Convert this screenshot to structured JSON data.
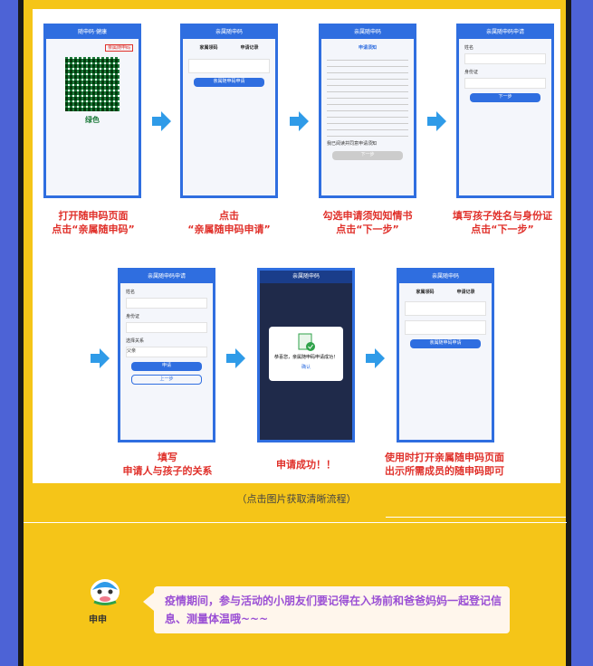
{
  "steps_row1": [
    {
      "caption1": "打开随申码页面",
      "caption2": "点击“亲属随申码”",
      "screen_title": "随申码·健康",
      "status": "绿色",
      "button": "亲属随申码"
    },
    {
      "caption1": "点击",
      "caption2": "“亲属随申码申请”",
      "screen_title": "亲属随申码",
      "tabs": [
        "家属领码",
        "申请记录"
      ],
      "button": "亲属随申码申请"
    },
    {
      "caption1": "勾选申请须知知情书",
      "caption2": "点击“下一步”",
      "screen_title": "亲属随申码",
      "heading": "申请须知",
      "checkbox": "我已阅读并同意申请须知",
      "button": "下一步"
    },
    {
      "caption1": "填写孩子姓名与身份证",
      "caption2": "点击“下一步”",
      "screen_title": "亲属随申码申请",
      "fields": [
        "姓名",
        "身份证"
      ],
      "button": "下一步"
    }
  ],
  "steps_row2": [
    {
      "caption1": "填写",
      "caption2": "申请人与孩子的关系",
      "screen_title": "亲属随申码申请",
      "fields": [
        "姓名",
        "身份证",
        "选择关系"
      ],
      "relation": "父亲",
      "button": "申请",
      "button2": "上一步"
    },
    {
      "caption1": "申请成功！！",
      "caption2": "",
      "screen_title": "亲属随申码",
      "dialog": "恭喜您，亲属随申码申请成功！",
      "dialog_button": "确认"
    },
    {
      "caption1": "使用时打开亲属随申码页面",
      "caption2": "出示所需成员的随申码即可",
      "screen_title": "亲属随申码",
      "tabs": [
        "家属领码",
        "申请记录"
      ],
      "button": "亲属随申码申请"
    }
  ],
  "note": "（点击图片获取清晰流程）",
  "speech": "疫情期间，参与活动的小朋友们要记得在入场前和爸爸妈妈一起登记信息、测量体温哦~~~",
  "mascot_name": "申申",
  "colors": {
    "accent": "#2f6ee0",
    "caption": "#e0302a",
    "background": "#f5c518",
    "speech": "#9a4fd4"
  }
}
